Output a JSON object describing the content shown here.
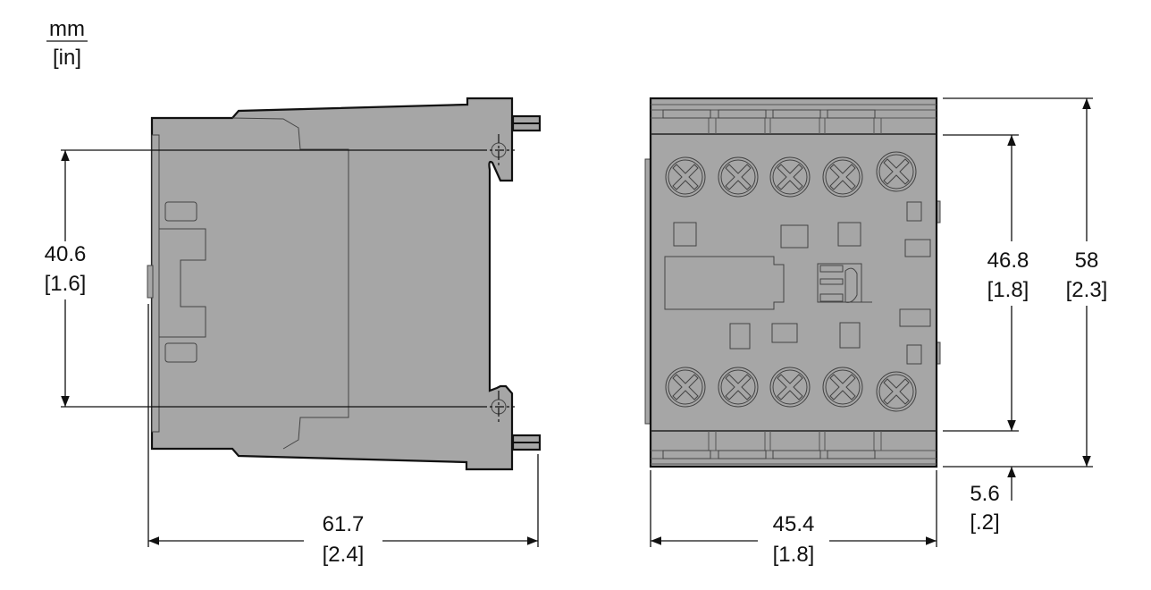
{
  "units": {
    "primary": "mm",
    "secondary": "[in]"
  },
  "side_view": {
    "height_mm": "40.6",
    "height_in": "[1.6]",
    "depth_mm": "61.7",
    "depth_in": "[2.4]"
  },
  "front_view": {
    "inner_height_mm": "46.8",
    "inner_height_in": "[1.8]",
    "total_height_mm": "58",
    "total_height_in": "[2.3]",
    "offset_mm": "5.6",
    "offset_in": "[.2]",
    "width_mm": "45.4",
    "width_in": "[1.8]"
  },
  "colors": {
    "body_fill": "#a6a6a6",
    "outline": "#111111"
  }
}
